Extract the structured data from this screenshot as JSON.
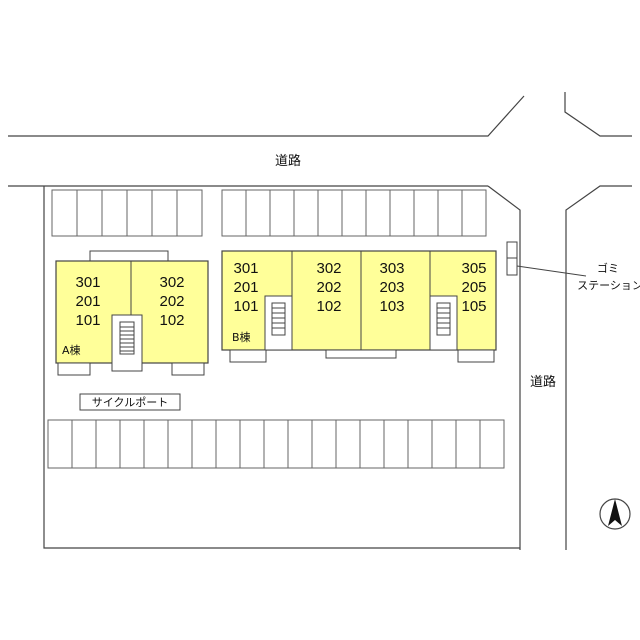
{
  "road_top_label": "道路",
  "road_right_label": "道路",
  "garbage_station_label": [
    "ゴミ",
    "ステーション"
  ],
  "cycle_port_label": "サイクルポート",
  "building_a": {
    "label": "A棟",
    "unit_columns": [
      [
        "301",
        "201",
        "101"
      ],
      [
        "302",
        "202",
        "102"
      ]
    ]
  },
  "building_b": {
    "label": "B棟",
    "unit_columns": [
      [
        "301",
        "201",
        "101"
      ],
      [
        "302",
        "202",
        "102"
      ],
      [
        "303",
        "203",
        "103"
      ],
      [
        "305",
        "205",
        "105"
      ]
    ]
  },
  "colors": {
    "building_fill": "#ffff99",
    "line": "#444444"
  },
  "north_arrow_icon": "north-arrow-icon"
}
